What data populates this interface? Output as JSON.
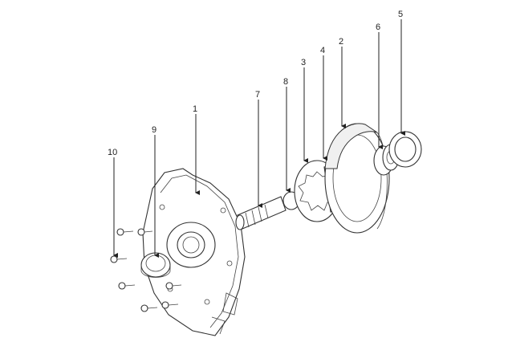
{
  "diagram": {
    "callouts": [
      {
        "id": "c1",
        "label": "1"
      },
      {
        "id": "c2",
        "label": "2"
      },
      {
        "id": "c3",
        "label": "3"
      },
      {
        "id": "c4",
        "label": "4"
      },
      {
        "id": "c5",
        "label": "5"
      },
      {
        "id": "c6",
        "label": "6"
      },
      {
        "id": "c7",
        "label": "7"
      },
      {
        "id": "c8",
        "label": "8"
      },
      {
        "id": "c9",
        "label": "9"
      },
      {
        "id": "c10",
        "label": "10"
      }
    ],
    "colors": {
      "line": "#222222",
      "background": "#ffffff"
    }
  }
}
